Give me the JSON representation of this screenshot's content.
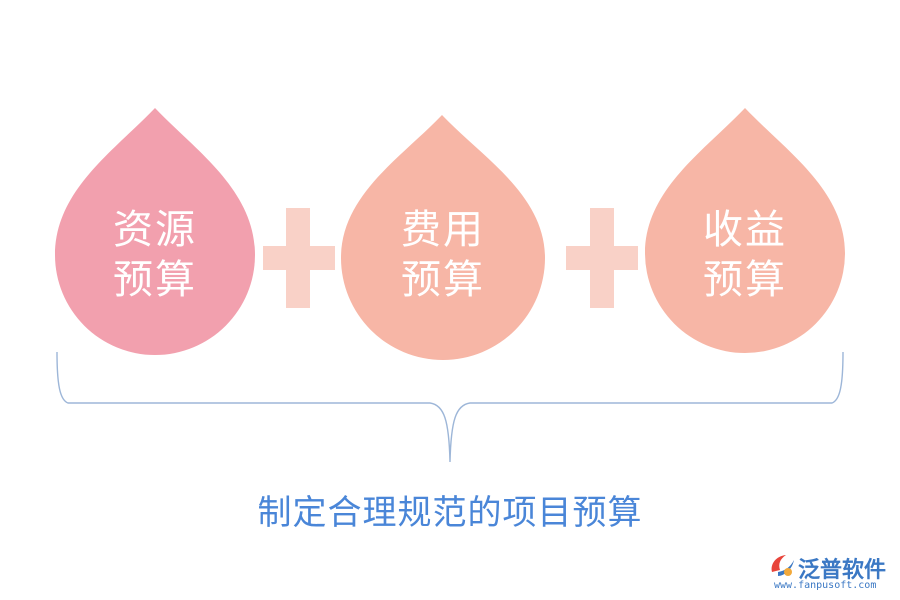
{
  "colors": {
    "drop1": "#f2a0ae",
    "drop2": "#f7b6a6",
    "drop3": "#f7b6a6",
    "plus": "#f9d1c7",
    "brace": "#9db6d8",
    "caption": "#4a86d8",
    "brand": "#3b78c4"
  },
  "drops": [
    {
      "line1": "资源",
      "line2": "预算"
    },
    {
      "line1": "费用",
      "line2": "预算"
    },
    {
      "line1": "收益",
      "line2": "预算"
    }
  ],
  "caption": "制定合理规范的项目预算",
  "brand": {
    "name": "泛普软件",
    "url": "www.fanpusoft.com",
    "logo_icon": "fanpu-logo-icon"
  }
}
